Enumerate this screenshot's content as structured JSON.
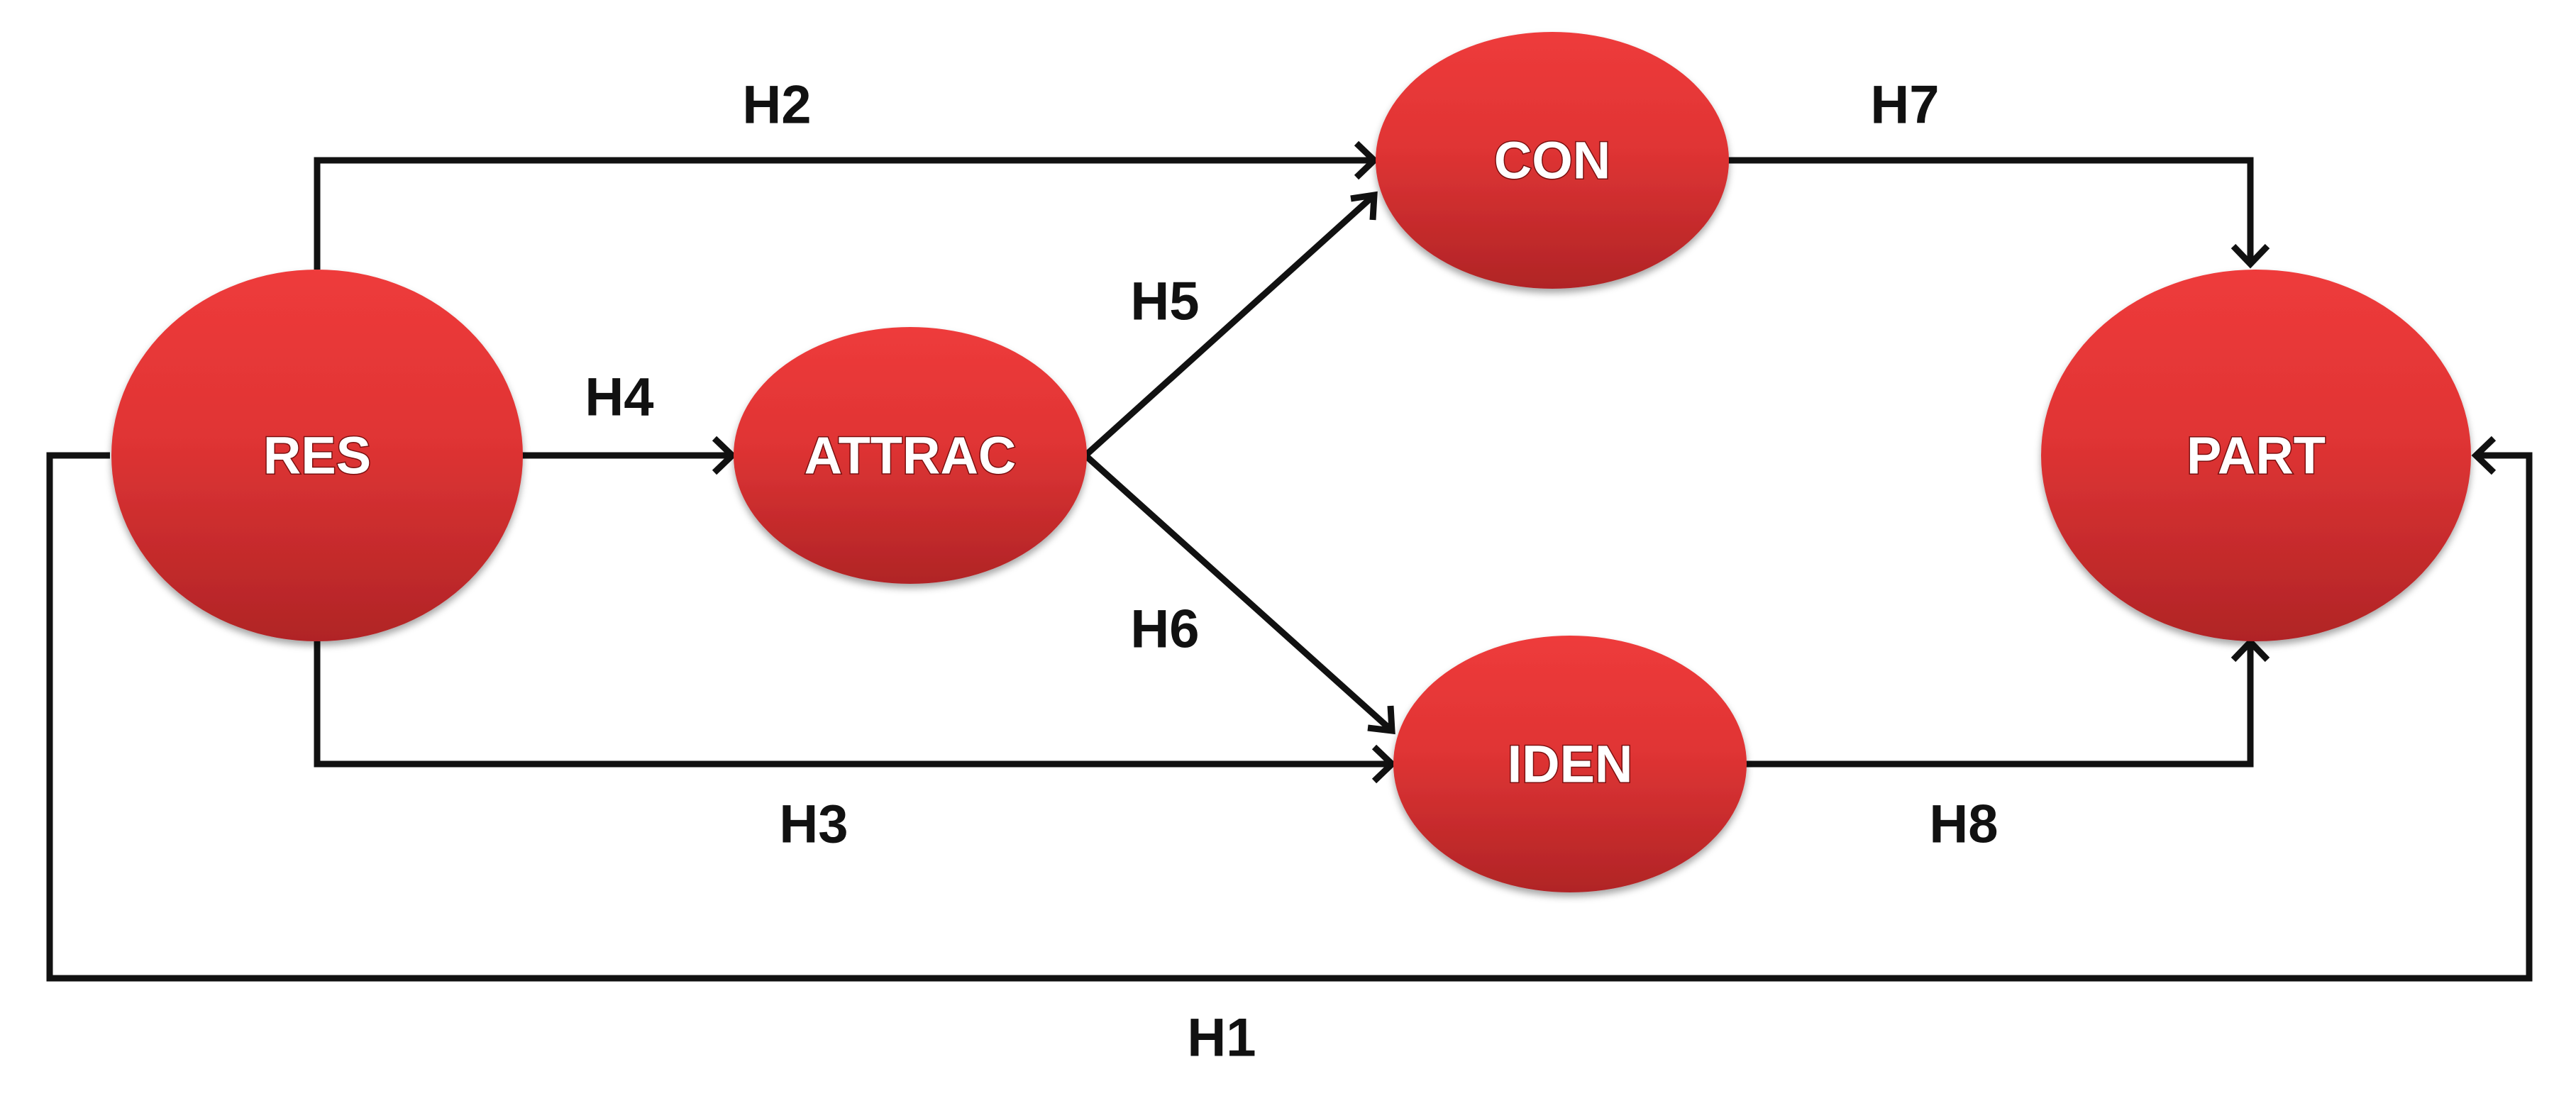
{
  "colors": {
    "node_fill_top": "#ee3b3b",
    "node_fill_bottom": "#b02426",
    "edge": "#111111",
    "background": "#ffffff"
  },
  "nodes": {
    "res": "RES",
    "attrac": "ATTRAC",
    "con": "CON",
    "iden": "IDEN",
    "part": "PART"
  },
  "edges": {
    "h1": "H1",
    "h2": "H2",
    "h3": "H3",
    "h4": "H4",
    "h5": "H5",
    "h6": "H6",
    "h7": "H7",
    "h8": "H8"
  }
}
